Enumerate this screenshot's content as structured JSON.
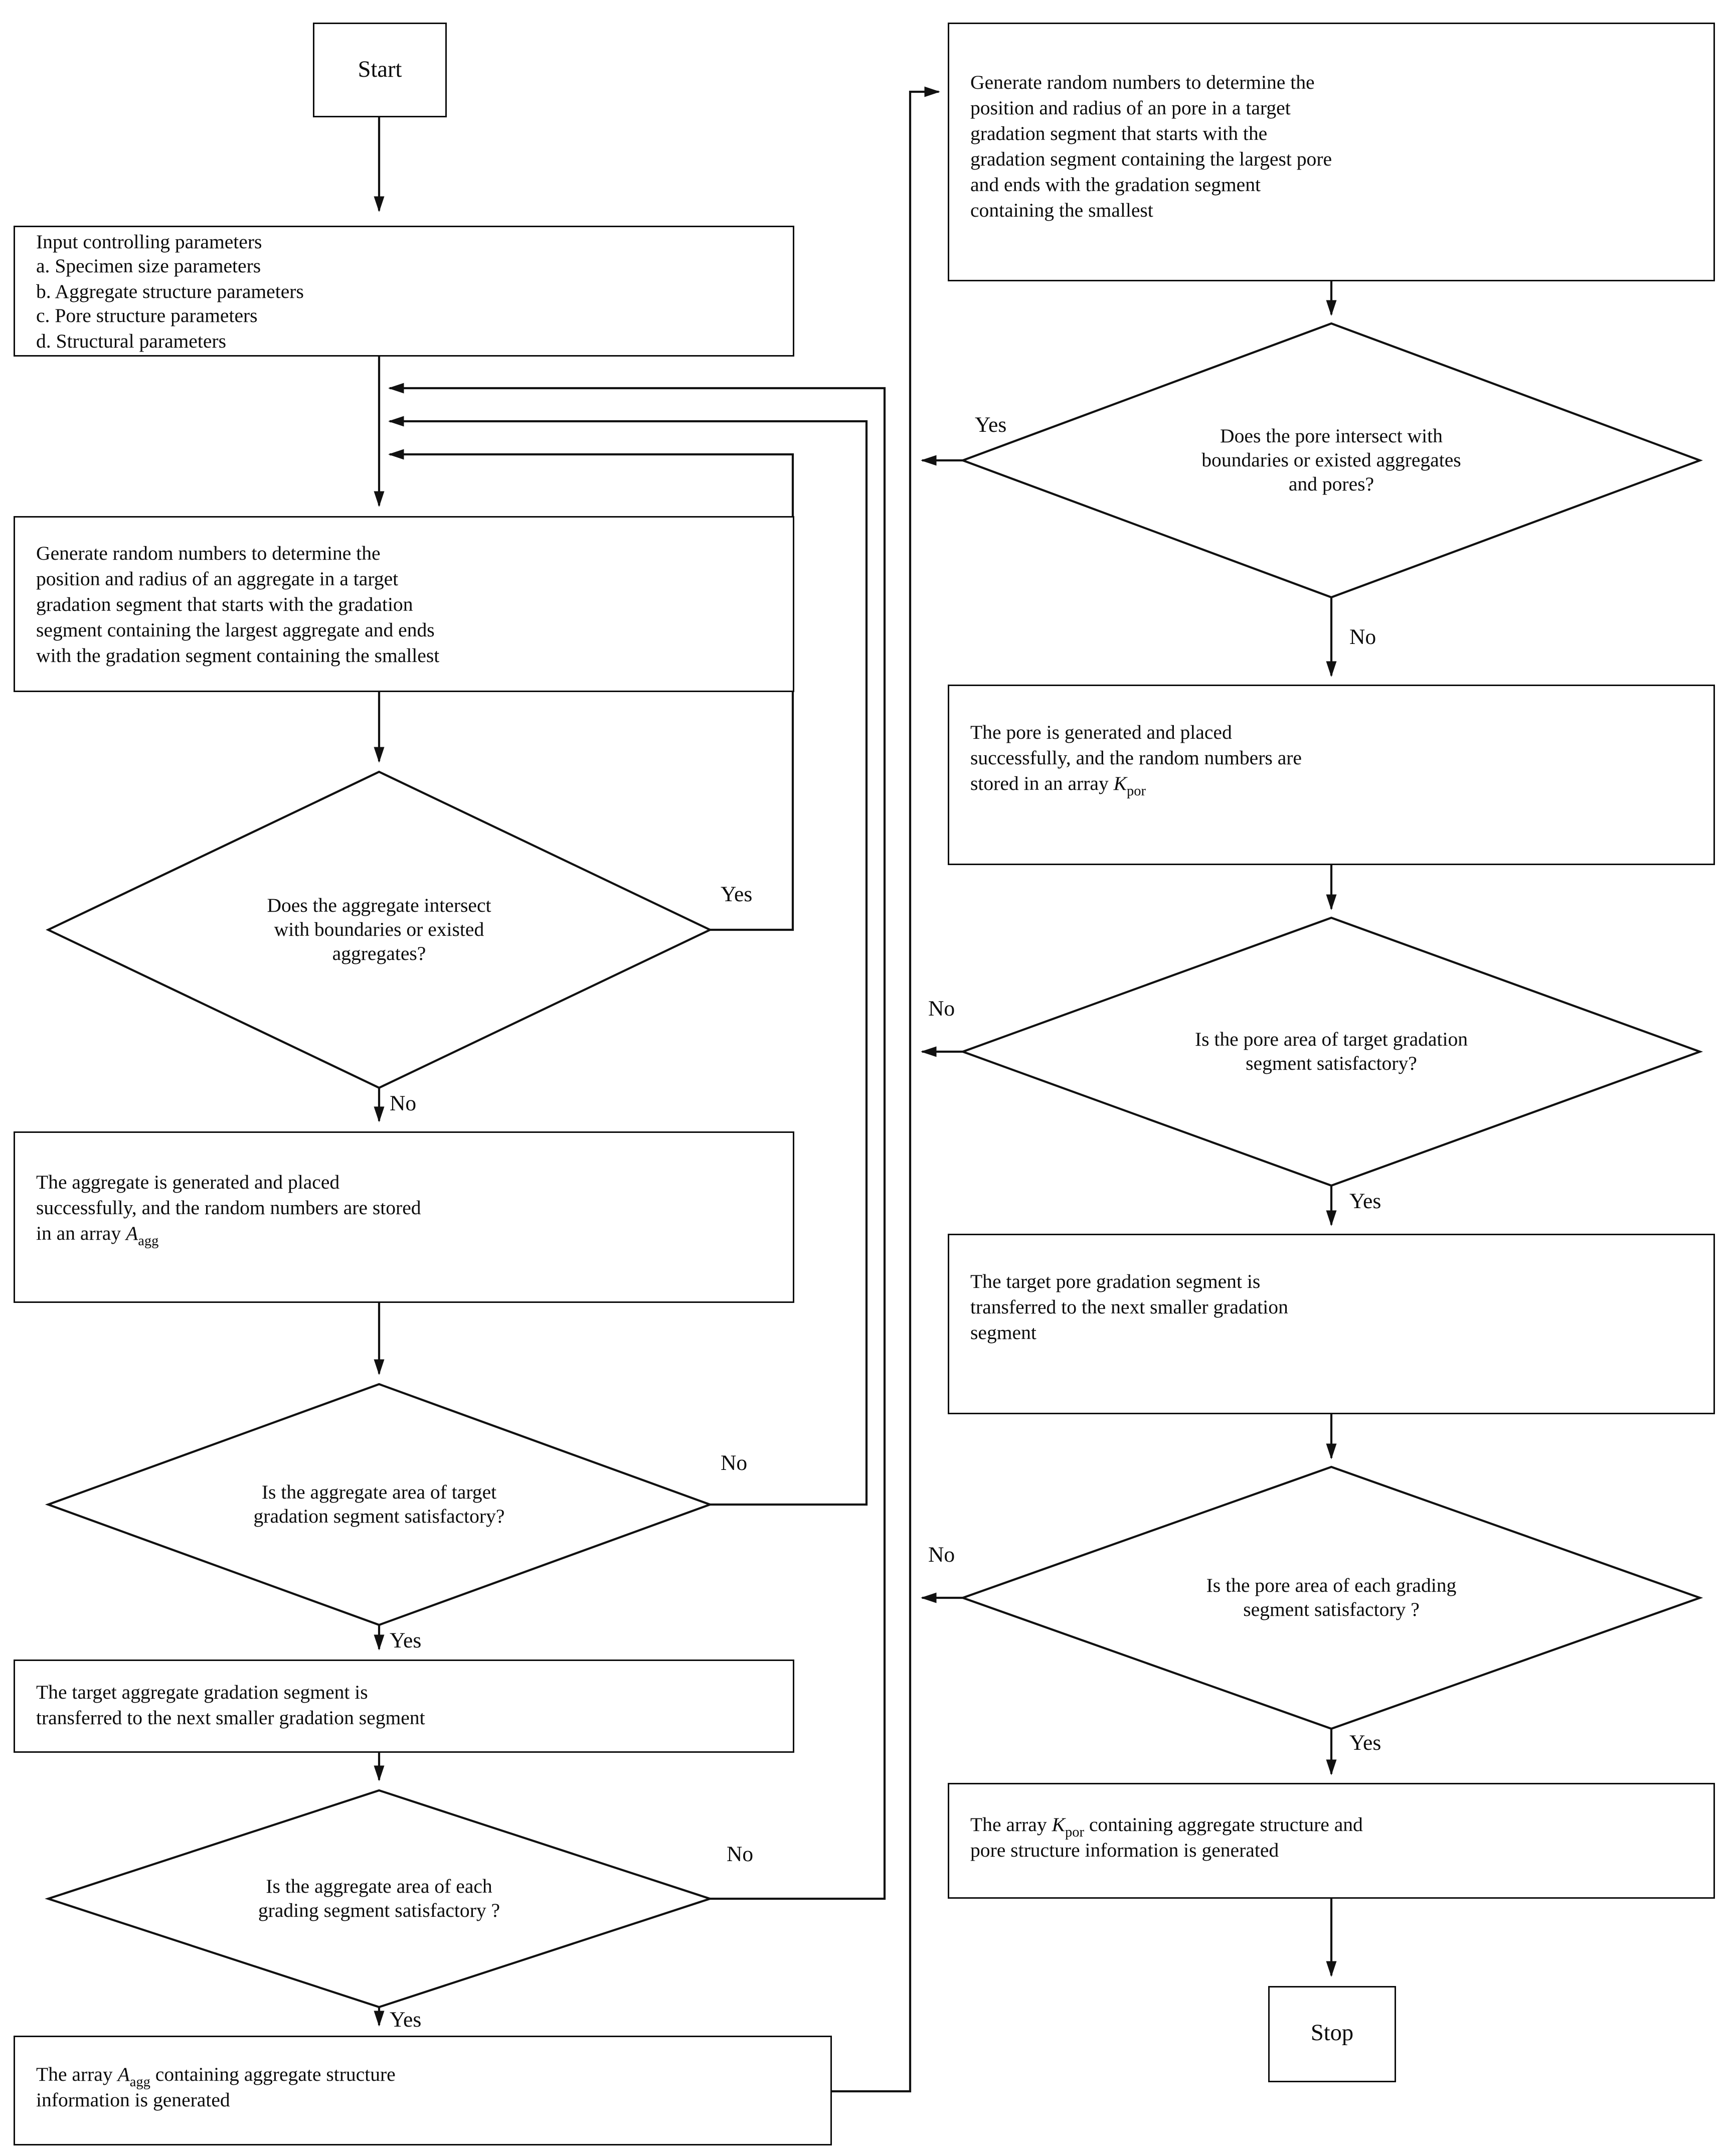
{
  "n": {
    "start": {
      "label": "Start"
    },
    "input": {
      "l1": "Input controlling parameters",
      "l2": "a. Specimen size parameters",
      "l3": "b. Aggregate structure parameters",
      "l4": "c. Pore structure parameters",
      "l5": "d. Structural parameters"
    },
    "gen": {
      "l1": "Generate random numbers to determine the",
      "l2": "position and radius of an aggregate in a target",
      "l3": "gradation segment that starts with the gradation",
      "l4": "segment containing the largest aggregate and ends",
      "l5": "with the gradation segment containing the smallest"
    },
    "d1": {
      "l1": "Does the aggregate intersect",
      "l2": "with boundaries or existed",
      "l3": "aggregates?",
      "yes": "Yes",
      "no": "No"
    },
    "agg": {
      "l1": "The aggregate is generated and placed",
      "l2": "successfully, and the  random numbers are stored",
      "l3pre": "in an array ",
      "l3var": "A",
      "l3sub": "agg"
    },
    "d2": {
      "l1": "Is the aggregate area of target",
      "l2": "gradation segment satisfactory?",
      "yes": "Yes",
      "no": "No"
    },
    "trans": {
      "l1": "The target aggregate gradation segment is",
      "l2": "transferred to the next smaller gradation segment"
    },
    "d3": {
      "l1": "Is the aggregate area of each",
      "l2": "grading segment satisfactory ?",
      "yes": "Yes",
      "no": "No"
    },
    "aggarr": {
      "l1pre": "The array ",
      "l1var": "A",
      "l1sub": "agg",
      "l1post": " containing aggregate structure",
      "l2": "information is generated"
    },
    "poregen": {
      "l1": "Generate random numbers to determine the",
      "l2": "position and radius of an pore in a target",
      "l3": "gradation segment that starts with the",
      "l4": "gradation segment containing the largest pore",
      "l5": "and ends with the gradation segment",
      "l6": "containing the smallest"
    },
    "d4": {
      "l1": "Does the pore intersect with",
      "l2": "boundaries or existed aggregates",
      "l3": "and pores?",
      "yes": "Yes",
      "no": "No"
    },
    "porep": {
      "l1": "The pore is generated and placed",
      "l2": "successfully, and the  random numbers are",
      "l3pre": "stored in an array ",
      "l3var": "K",
      "l3sub": "por"
    },
    "d5": {
      "l1": "Is the pore area of target gradation",
      "l2": "segment satisfactory?",
      "yes": "Yes",
      "no": "No"
    },
    "poretr": {
      "l1": "The target pore gradation segment is",
      "l2": "transferred to the next smaller gradation",
      "l3": "segment"
    },
    "d6": {
      "l1": "Is the pore area of each grading",
      "l2": "segment satisfactory ?",
      "yes": "Yes",
      "no": "No"
    },
    "kpor": {
      "l1pre": "The array ",
      "l1var": "K",
      "l1sub": "por",
      "l1post": " containing aggregate structure and",
      "l2": "pore structure information is generated"
    },
    "stop": {
      "label": "Stop"
    }
  },
  "colors": {
    "line": "#111111",
    "background": "#ffffff"
  }
}
